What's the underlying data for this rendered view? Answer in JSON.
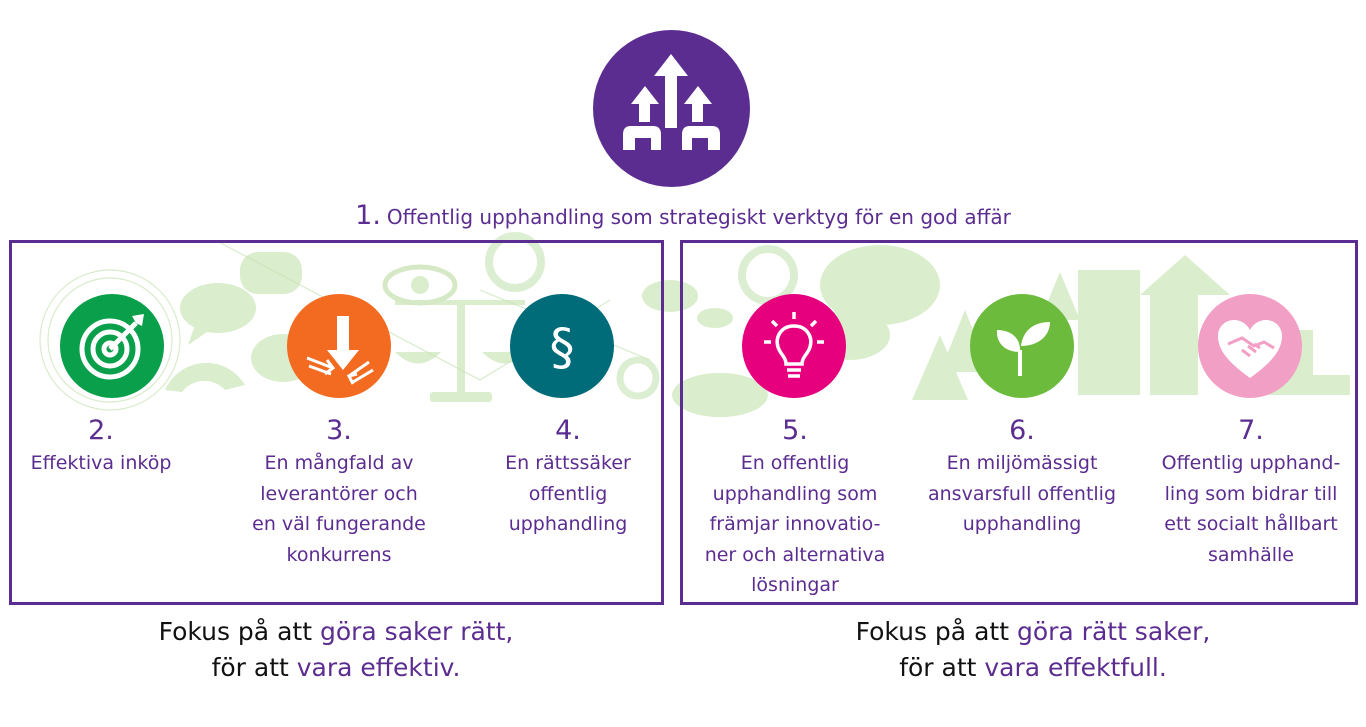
{
  "heading": {
    "number": "1.",
    "text": "Offentlig upphandling som strategiskt verktyg för en god affär",
    "icon": "arrows-up-icon",
    "color": "#5c2d91"
  },
  "items": [
    {
      "number": "2.",
      "lines": [
        "Effektiva inköp"
      ],
      "icon": "target-icon",
      "color": "#0aa04b"
    },
    {
      "number": "3.",
      "lines": [
        "En mångfald av",
        "leverantörer och",
        "en väl fungerande",
        "konkurrens"
      ],
      "icon": "converging-arrows-icon",
      "color": "#f26b21"
    },
    {
      "number": "4.",
      "lines": [
        "En rättssäker",
        "offentlig",
        "upphandling"
      ],
      "icon": "paragraph-icon",
      "color": "#006b79"
    },
    {
      "number": "5.",
      "lines": [
        "En offentlig",
        "upphandling som",
        "främjar innovatio-",
        "ner och alternativa",
        "lösningar"
      ],
      "icon": "lightbulb-icon",
      "color": "#e6007e"
    },
    {
      "number": "6.",
      "lines": [
        "En miljömässigt",
        "ansvarsfull offentlig",
        "upphandling"
      ],
      "icon": "plant-icon",
      "color": "#6cbb3c"
    },
    {
      "number": "7.",
      "lines": [
        "Offentlig upphand-",
        "ling som bidrar till",
        "ett socialt hållbart",
        "samhälle"
      ],
      "icon": "handshake-heart-icon",
      "color": "#f29fc5"
    }
  ],
  "focus_left": {
    "part1": "Fokus på att ",
    "highlight1": "göra saker rätt,",
    "part2": "för att ",
    "highlight2": "vara effektiv."
  },
  "focus_right": {
    "part1": "Fokus på att ",
    "highlight1": "göra rätt saker,",
    "part2": "för att ",
    "highlight2": "vara effektfull."
  },
  "colors": {
    "accent": "#5c2d91",
    "decoration": "#b5dc9c",
    "text_dark": "#111111"
  }
}
